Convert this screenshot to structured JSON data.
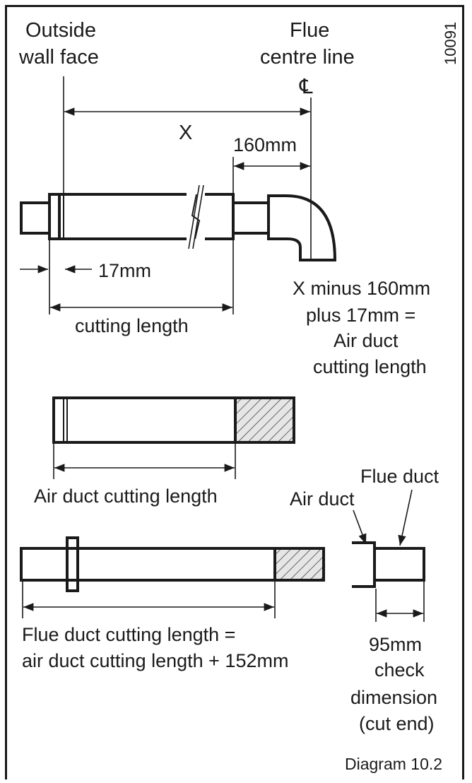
{
  "figure_code": "10091",
  "labels": {
    "outside_wall_face_1": "Outside",
    "outside_wall_face_2": "wall face",
    "flue_centre_1": "Flue",
    "flue_centre_2": "centre line",
    "centre_line_symbol": "℄",
    "dim_x": "X",
    "dim_160": "160mm",
    "dim_17": "17mm",
    "cutting_length": "cutting length",
    "formula_1": "X minus 160mm",
    "formula_2": "plus 17mm =",
    "formula_3": "Air duct",
    "formula_4": "cutting length",
    "air_duct_cutting_length": "Air duct cutting length",
    "flue_duct": "Flue duct",
    "air_duct": "Air duct",
    "flue_formula_1": "Flue duct cutting length =",
    "flue_formula_2": "air duct cutting length + 152mm",
    "check_1": "95mm",
    "check_2": "check",
    "check_3": "dimension",
    "check_4": "(cut end)",
    "caption": "Diagram 10.2"
  }
}
